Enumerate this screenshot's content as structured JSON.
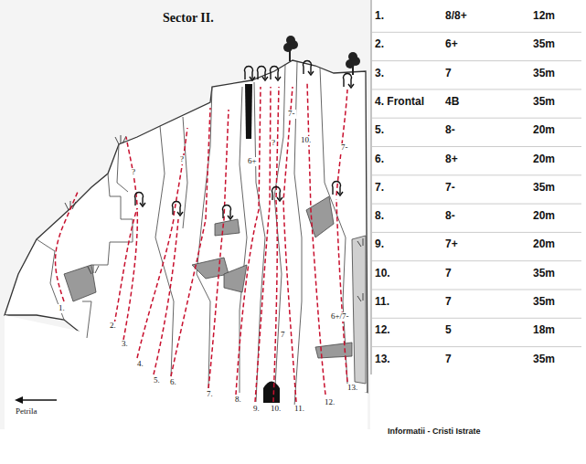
{
  "diagram": {
    "title": "Sector II.",
    "labels": [
      "1.",
      "8/8+",
      "12m",
      "2.",
      "6+",
      "35m",
      "3.",
      "7",
      "35m",
      "4. Frontal",
      "4B",
      "35m",
      "5.",
      "8-",
      "20m",
      "6.",
      "8+",
      "20m",
      "7.",
      "7-",
      "35m",
      "8.",
      "8-",
      "20m",
      "9.",
      "7+",
      "20m",
      "10.",
      "7",
      "35m",
      "11.",
      "7",
      "35m",
      "12.",
      "5",
      "18m",
      "13.",
      "7",
      "35m",
      "1.",
      "2.",
      "3.",
      "4.",
      "5.",
      "6.",
      "7.",
      "8.",
      "9.",
      "10.",
      "11.",
      "12.",
      "13.",
      "7-",
      "10.",
      "7-",
      "?",
      "6+",
      "?",
      "?",
      "7",
      "6+/7-",
      "Petrila",
      "Informatii - Cristi Istrate"
    ]
  }
}
